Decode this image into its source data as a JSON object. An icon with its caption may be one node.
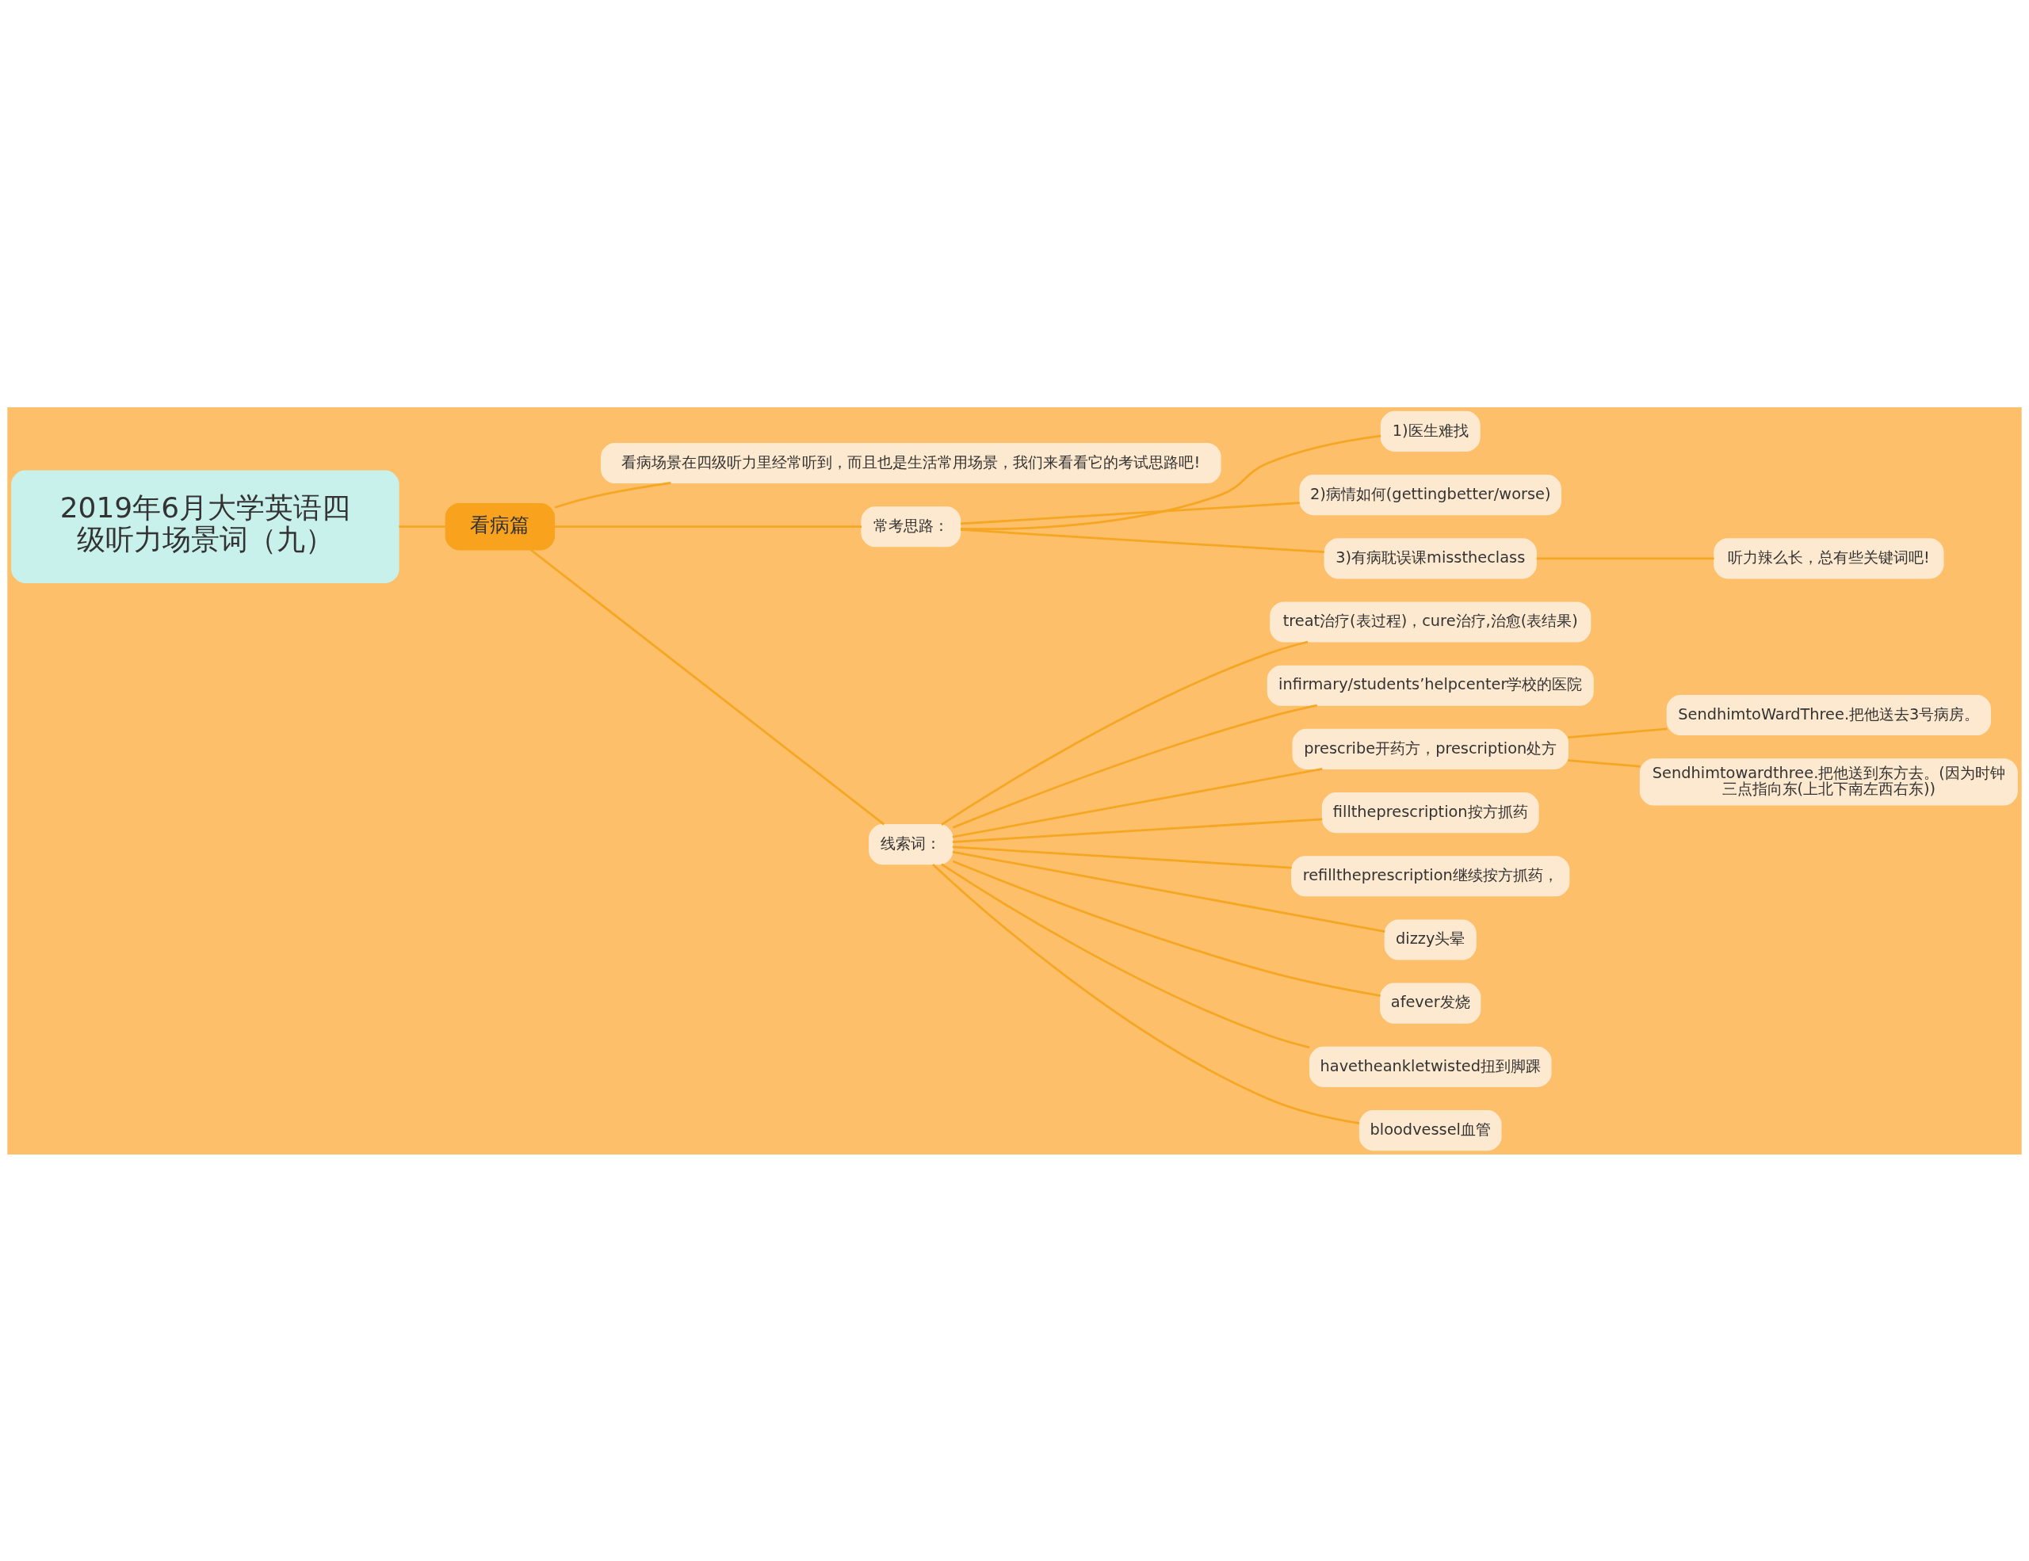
{
  "diagram": {
    "nodes": [
      {
        "text": [
          "2019年6月大学英语四级听力场景词（九）"
        ]
      },
      {
        "text": [
          "看病篇"
        ]
      },
      {
        "text": [
          "看病场景在四级听力里经常听到，而且也是生活常用场景，我们来看看它的考试思路吧!"
        ]
      },
      {
        "text": [
          "常考思路："
        ]
      },
      {
        "text": [
          "1)医生难找"
        ]
      },
      {
        "text": [
          "2)病情如何(gettingbetter/worse)"
        ]
      },
      {
        "text": [
          "3)有病耽误课misstheclass"
        ]
      },
      {
        "text": [
          "听力辣么长，总有些关键词吧!"
        ]
      },
      {
        "text": [
          "线索词："
        ]
      },
      {
        "text": [
          "treat治疗(表过程)，cure治疗,治愈(表结果)"
        ]
      },
      {
        "text": [
          "infirmary/students’helpcenter学校的医院"
        ]
      },
      {
        "text": [
          "prescribe开药方，prescription处方"
        ]
      },
      {
        "text": [
          "SendhimtoWardThree.把他送去3号病房。"
        ]
      },
      {
        "text": [
          "Sendhimtowardthree.把他送到东方去。(因为时钟三点指向东(上北下南左西右东))"
        ]
      },
      {
        "text": [
          "filltheprescription按方抓药"
        ]
      },
      {
        "text": [
          "refilltheprescription继续按方抓药，"
        ]
      },
      {
        "text": [
          "dizzy头晕"
        ]
      },
      {
        "text": [
          "afever发烧"
        ]
      },
      {
        "text": [
          "havetheankletwisted扭到脚踝"
        ]
      },
      {
        "text": [
          "bloodvessel血管"
        ]
      }
    ],
    "edges": [
      {
        "from": 0,
        "to": 1,
        "arrow": "none"
      },
      {
        "from": 1,
        "to": 2,
        "arrow": "none"
      },
      {
        "from": 1,
        "to": 3,
        "arrow": "none"
      },
      {
        "from": 1,
        "to": 8,
        "arrow": "none"
      },
      {
        "from": 3,
        "to": 4,
        "arrow": "none"
      },
      {
        "from": 3,
        "to": 5,
        "arrow": "none"
      },
      {
        "from": 3,
        "to": 6,
        "arrow": "none"
      },
      {
        "from": 6,
        "to": 7,
        "arrow": "none"
      },
      {
        "from": 8,
        "to": 9,
        "arrow": "none"
      },
      {
        "from": 8,
        "to": 10,
        "arrow": "none"
      },
      {
        "from": 8,
        "to": 11,
        "arrow": "none"
      },
      {
        "from": 11,
        "to": 12,
        "arrow": "none"
      },
      {
        "from": 11,
        "to": 13,
        "arrow": "none"
      },
      {
        "from": 8,
        "to": 14,
        "arrow": "none"
      },
      {
        "from": 8,
        "to": 15,
        "arrow": "none"
      },
      {
        "from": 8,
        "to": 16,
        "arrow": "none"
      },
      {
        "from": 8,
        "to": 17,
        "arrow": "none"
      },
      {
        "from": 8,
        "to": 18,
        "arrow": "none"
      },
      {
        "from": 8,
        "to": 19,
        "arrow": "none"
      }
    ]
  }
}
